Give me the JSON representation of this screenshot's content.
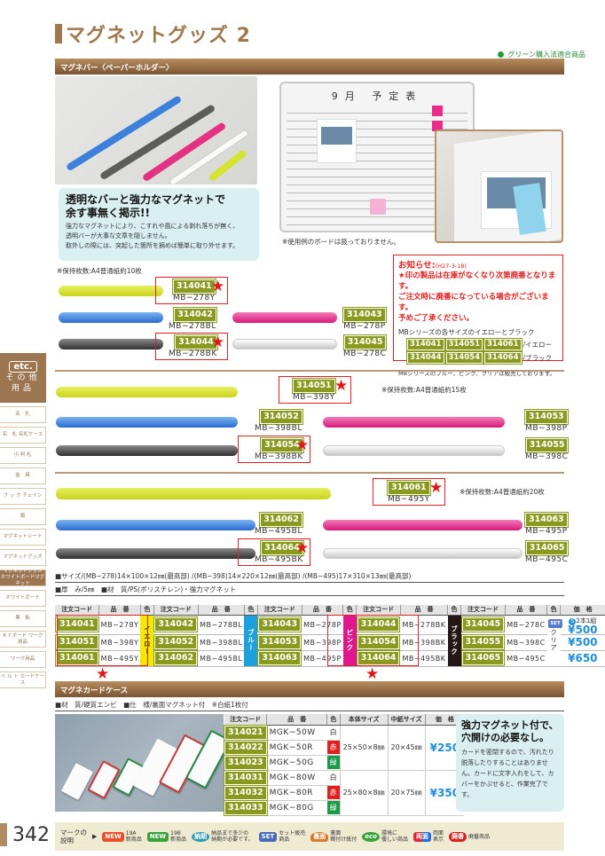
{
  "page": {
    "title": "マグネットグッズ 2",
    "green_note": "グリーン購入法適合商品",
    "page_number": "342"
  },
  "section1": {
    "header": "マグネバー〈ペーパーホルダー〉",
    "feature_headline_1": "透明なバーと強力なマグネットで",
    "feature_headline_2": "余す事無く掲示!!",
    "feature_body_1": "強力なマグネットにより、こすれや風による剥れ落ちが無く、",
    "feature_body_2": "透明バーが大事な文章を隠しません。",
    "feature_body_3": "取外しの際には、突起した箇所を摘めば簡単に取り外せます。",
    "photo_caption": "※使用例のボードは扱っておりません。",
    "board_title": "9月 予定表",
    "notes": {
      "mb278": "※保持枚数:A4普通紙約10枚",
      "mb398": "※保持枚数:A4普通紙約15枚",
      "mb495": "※保持枚数:A4普通紙約20枚"
    },
    "products": [
      {
        "code": "314041",
        "model": "MB−278Y",
        "discontinued": true
      },
      {
        "code": "314042",
        "model": "MB−278BL",
        "discontinued": false
      },
      {
        "code": "314043",
        "model": "MB−278P",
        "discontinued": false
      },
      {
        "code": "314044",
        "model": "MB−278BK",
        "discontinued": true
      },
      {
        "code": "314045",
        "model": "MB−278C",
        "discontinued": false
      },
      {
        "code": "314051",
        "model": "MB−398Y",
        "discontinued": true
      },
      {
        "code": "314052",
        "model": "MB−398BL",
        "discontinued": false
      },
      {
        "code": "314053",
        "model": "MB−398P",
        "discontinued": false
      },
      {
        "code": "314054",
        "model": "MB−398BK",
        "discontinued": true
      },
      {
        "code": "314055",
        "model": "MB−398C",
        "discontinued": false
      },
      {
        "code": "314061",
        "model": "MB−495Y",
        "discontinued": true
      },
      {
        "code": "314062",
        "model": "MB−495BL",
        "discontinued": false
      },
      {
        "code": "314063",
        "model": "MB−495P",
        "discontinued": false
      },
      {
        "code": "314064",
        "model": "MB−495BK",
        "discontinued": true
      },
      {
        "code": "314065",
        "model": "MB−495C",
        "discontinued": false
      }
    ],
    "star": "★",
    "spec_line_1": "■サイズ/(MB−278)14×100×12㎜(最高部) /(MB−398)14×220×12㎜(最高部) /(MB−495)17×310×13㎜(最高部)",
    "spec_line_2": "■厚　み/5㎜　■材　質/PS(ポリスチレン)・強力マグネット"
  },
  "notice": {
    "title": "お知らせ:",
    "date": "(H27-3-18)",
    "red_text_1": "★印の製品は在庫がなくなり次第廃番となります。",
    "red_text_2": "ご注文時に廃番になっている場合がございます。",
    "red_text_3": "予めご了承ください。",
    "body": "MBシリーズの各サイズのイエローとブラック",
    "yellow_codes": [
      "314041",
      "314051",
      "314061"
    ],
    "yellow_label": "/イエロー",
    "black_codes": [
      "314044",
      "314054",
      "314064"
    ],
    "black_label": "/ブラック",
    "footer": "MBシリーズのブルー、ピンク、クリアは販売しております。"
  },
  "table1": {
    "headers": {
      "code": "注文コード",
      "model": "品　番",
      "color": "色",
      "price": "価　格"
    },
    "colors": [
      {
        "label": "イエロー",
        "hex": "#f5e800",
        "text": "#333"
      },
      {
        "label": "ブルー",
        "hex": "#1ea0dc",
        "text": "#fff"
      },
      {
        "label": "ピンク",
        "hex": "#e0168c",
        "text": "#fff"
      },
      {
        "label": "ブラック",
        "hex": "#231815",
        "text": "#fff"
      },
      {
        "label": "クリア",
        "hex": "#ffffff",
        "text": "#333"
      }
    ],
    "groups": [
      [
        {
          "code": "314041",
          "model": "MB−278Y"
        },
        {
          "code": "314051",
          "model": "MB−398Y"
        },
        {
          "code": "314061",
          "model": "MB−495Y"
        }
      ],
      [
        {
          "code": "314042",
          "model": "MB−278BL"
        },
        {
          "code": "314052",
          "model": "MB−398BL"
        },
        {
          "code": "314062",
          "model": "MB−495BL"
        }
      ],
      [
        {
          "code": "314043",
          "model": "MB−278P"
        },
        {
          "code": "314053",
          "model": "MB−398P"
        },
        {
          "code": "314063",
          "model": "MB−495P"
        }
      ],
      [
        {
          "code": "314044",
          "model": "MB−278BK"
        },
        {
          "code": "314054",
          "model": "MB−398BK"
        },
        {
          "code": "314064",
          "model": "MB−495BK"
        }
      ],
      [
        {
          "code": "314045",
          "model": "MB−278C"
        },
        {
          "code": "314055",
          "model": "MB−398C"
        },
        {
          "code": "314065",
          "model": "MB−495C"
        }
      ]
    ],
    "set_note": "2本1組",
    "set_mark": "S",
    "set_badge": "SET",
    "prices": [
      "¥500",
      "¥500",
      "¥650"
    ]
  },
  "section2": {
    "header": "マグネカードケース",
    "spec": "■材　質/硬質エンビ　■仕　様/裏面マグネット付　※白紙1枚付",
    "headers": {
      "code": "注文コード",
      "model": "品　番",
      "color": "色",
      "body_size": "本体サイズ",
      "insert_size": "中紙サイズ",
      "price": "価　格"
    },
    "rows": [
      {
        "code": "314021",
        "model": "MGK−50W",
        "color": "白",
        "color_hex": "#ffffff"
      },
      {
        "code": "314022",
        "model": "MGK−50R",
        "color": "赤",
        "color_hex": "#e02020"
      },
      {
        "code": "314023",
        "model": "MGK−50G",
        "color": "緑",
        "color_hex": "#1a9a4a"
      },
      {
        "code": "314031",
        "model": "MGK−80W",
        "color": "白",
        "color_hex": "#ffffff"
      },
      {
        "code": "314032",
        "model": "MGK−80R",
        "color": "赤",
        "color_hex": "#e02020"
      },
      {
        "code": "314033",
        "model": "MGK−80G",
        "color": "緑",
        "color_hex": "#1a9a4a"
      }
    ],
    "groups": [
      {
        "body_size": "25×50×8㎜",
        "insert_size": "20×45㎜",
        "price": "¥250"
      },
      {
        "body_size": "25×80×8㎜",
        "insert_size": "20×75㎜",
        "price": "¥350"
      }
    ],
    "feature_headline_1": "強力マグネット付で、",
    "feature_headline_2": "穴開けの必要なし。",
    "feature_body": "カードを密閉するので、汚れたり脱落したりすることはありません。カードに文字入れをして、カバーをかぶせると、作業完了です。"
  },
  "sidebar": {
    "badge": "etc.",
    "title_1": "その他",
    "title_2": "用品",
    "items": [
      {
        "label": "名　札",
        "active": false
      },
      {
        "label": "名　札 名札ケース",
        "active": false
      },
      {
        "label": "小 判 札",
        "active": false
      },
      {
        "label": "金　具",
        "active": false
      },
      {
        "label": "フ ッ ク チェイン",
        "active": false
      },
      {
        "label": "鎖",
        "active": false
      },
      {
        "label": "マグネットシート",
        "active": false
      },
      {
        "label": "マグネットグッズ",
        "active": false
      },
      {
        "label": "マグネットグッズ ホワイトボードマグネット",
        "active": true
      },
      {
        "label": "ホワイトボード",
        "active": false
      },
      {
        "label": "黒　板",
        "active": false
      },
      {
        "label": "ＫＹボード ワーク用品",
        "active": false
      },
      {
        "label": "ワーク用品",
        "active": false
      },
      {
        "label": "ベ ル ト カードケース",
        "active": false
      }
    ]
  },
  "legend": {
    "label_1": "マークの",
    "label_2": "説明",
    "arrow": "▶",
    "items": [
      {
        "icon": "NEW",
        "text_1": "19A",
        "text_2": "新商品",
        "color": "#e8502a"
      },
      {
        "icon": "NEW",
        "text_1": "19B",
        "text_2": "新商品",
        "color": "#3aa23a"
      },
      {
        "icon": "納期",
        "text_1": "納品まで多少の",
        "text_2": "納期が必要です。",
        "color": "#2a9ab0"
      },
      {
        "icon": "SET",
        "text_1": "セット販売",
        "text_2": "商品",
        "color": "#4a6ab8"
      },
      {
        "icon": "裏面",
        "text_1": "裏面",
        "text_2": "糊付け紙付",
        "color": "#d8782a"
      },
      {
        "icon": "eco",
        "text_1": "環境に",
        "text_2": "優しい商品",
        "color": "#3aa23a"
      },
      {
        "icon": "両面",
        "text_1": "両面",
        "text_2": "表示",
        "color": "#d82a3a"
      },
      {
        "icon": "廃番",
        "text_1": "廃番商品",
        "text_2": "",
        "color": "#d82020"
      }
    ]
  }
}
